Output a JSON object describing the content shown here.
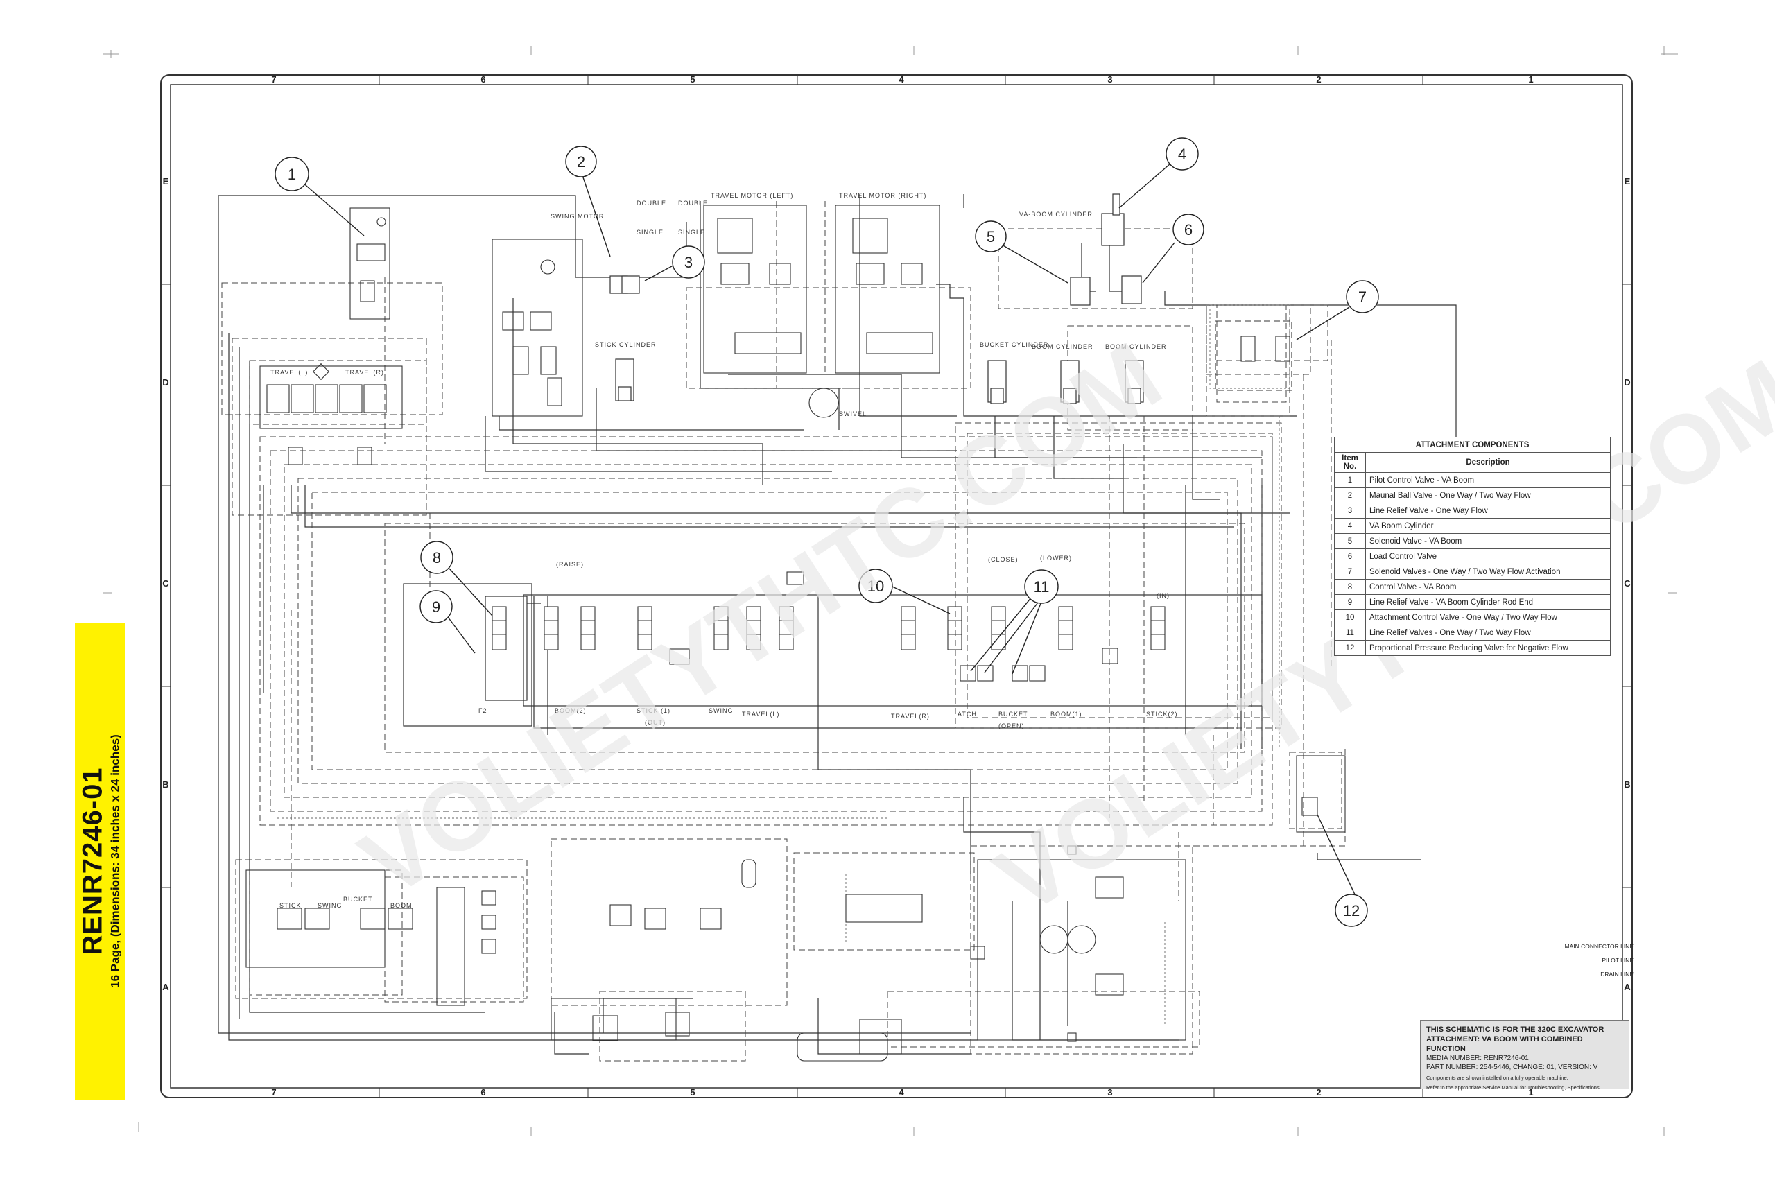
{
  "drawing": {
    "column_labels": [
      "7",
      "6",
      "5",
      "4",
      "3",
      "2",
      "1"
    ],
    "row_labels": [
      "E",
      "D",
      "C",
      "B",
      "A"
    ],
    "document_id": "RENR7246-01",
    "page_info": "16 Page, (Dimensions: 34 inches x 24 inches)"
  },
  "callouts": [
    "1",
    "2",
    "3",
    "4",
    "5",
    "6",
    "7",
    "8",
    "9",
    "10",
    "11",
    "12"
  ],
  "component_labels": {
    "swing_motor": "SWING MOTOR",
    "travel_motor_left": "TRAVEL MOTOR (LEFT)",
    "travel_motor_right": "TRAVEL MOTOR (RIGHT)",
    "va_boom_cylinder": "VA-BOOM CYLINDER",
    "stick_cylinder": "STICK CYLINDER",
    "bucket_cylinder": "BUCKET CYLINDER",
    "boom_cylinder_1": "BOOM CYLINDER",
    "boom_cylinder_2": "BOOM CYLINDER",
    "swivel": "SWIVEL",
    "travel_l": "TRAVEL(L)",
    "travel_r": "TRAVEL(R)",
    "double_1": "DOUBLE",
    "double_2": "DOUBLE",
    "single_1": "SINGLE",
    "single_2": "SINGLE",
    "boom2": "BOOM(2)",
    "stick1": "STICK (1)",
    "swing": "SWING",
    "travel_l2": "TRAVEL(L)",
    "travel_r2": "TRAVEL(R)",
    "atch": "ATCH",
    "bucket": "BUCKET",
    "boom1": "BOOM(1)",
    "stick2": "STICK(2)",
    "stick_j": "STICK",
    "swing_j": "SWING",
    "bucket_j": "BUCKET",
    "boom_j": "BOOM",
    "f2": "F2",
    "raise": "(RAISE)",
    "lower": "(LOWER)",
    "close": "(CLOSE)",
    "open": "(OPEN)",
    "out": "(OUT)",
    "in": "(IN)"
  },
  "table": {
    "title": "ATTACHMENT COMPONENTS",
    "col_item": "Item No.",
    "col_desc": "Description",
    "rows": [
      {
        "no": "1",
        "desc": "Pilot Control Valve - VA Boom"
      },
      {
        "no": "2",
        "desc": "Maunal Ball Valve - One Way / Two Way Flow"
      },
      {
        "no": "3",
        "desc": "Line Relief Valve - One Way Flow"
      },
      {
        "no": "4",
        "desc": "VA Boom Cylinder"
      },
      {
        "no": "5",
        "desc": "Solenoid Valve - VA Boom"
      },
      {
        "no": "6",
        "desc": "Load Control Valve"
      },
      {
        "no": "7",
        "desc": "Solenoid Valves - One Way / Two Way Flow Activation"
      },
      {
        "no": "8",
        "desc": "Control Valve - VA Boom"
      },
      {
        "no": "9",
        "desc": "Line Relief Valve - VA Boom Cylinder Rod End"
      },
      {
        "no": "10",
        "desc": "Attachment Control Valve - One Way / Two Way Flow"
      },
      {
        "no": "11",
        "desc": "Line Relief Valves - One Way / Two Way Flow"
      },
      {
        "no": "12",
        "desc": "Proportional Pressure Reducing Valve for Negative Flow"
      }
    ]
  },
  "legend": {
    "main": "MAIN CONNECTOR LINE",
    "pilot": "PILOT LINE",
    "drain": "DRAIN LINE"
  },
  "info": {
    "line1": "THIS SCHEMATIC IS FOR THE 320C EXCAVATOR",
    "line2": "ATTACHMENT: VA BOOM WITH COMBINED FUNCTION",
    "media": "MEDIA NUMBER: RENR7246-01",
    "part": "PART NUMBER: 254-5446, CHANGE: 01, VERSION: V",
    "note1": "Components are shown installed on a fully operable machine.",
    "note2": "Refer to the appropriate Service Manual for Troubleshooting, Specifications."
  },
  "watermark": "VOLIETYTHTC.COM"
}
